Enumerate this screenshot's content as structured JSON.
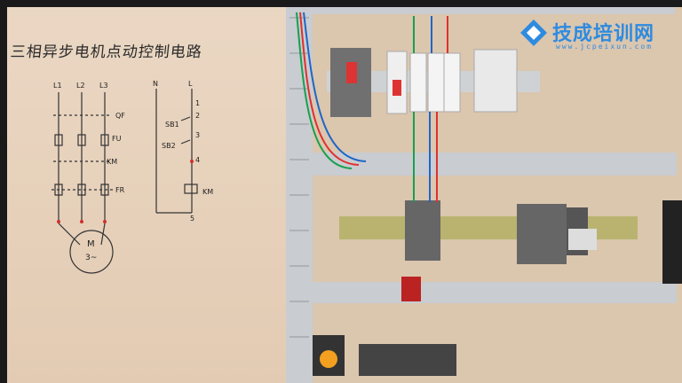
{
  "whiteboard": {
    "title": "三相异步电机点动控制电路",
    "labels": {
      "l1": "L1",
      "l2": "L2",
      "l3": "L3",
      "qf": "QF",
      "fu": "FU",
      "km_main": "KM",
      "fr": "FR",
      "motor_m": "M",
      "motor_phase": "3~",
      "n": "N",
      "l": "L",
      "sb1": "SB1",
      "sb2": "SB2",
      "n1": "1",
      "n2": "2",
      "n3": "3",
      "n4": "4",
      "n5": "5",
      "km_coil": "KM"
    }
  },
  "logo": {
    "text": "技成培训网",
    "url": "www.jcpeixun.com",
    "color": "#2e8be0"
  }
}
